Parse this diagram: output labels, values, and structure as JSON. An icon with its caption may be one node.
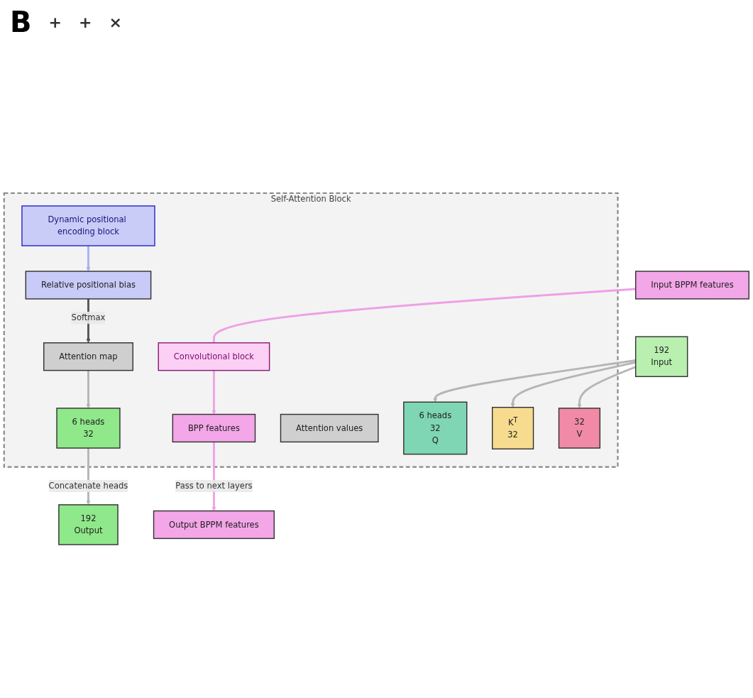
{
  "diagram": {
    "nodes": [
      {
        "text": [
          "192",
          "Input"
        ]
      },
      {
        "text": [
          "Input BPPM features"
        ]
      },
      {
        "text": [
          "Self-Attention Block"
        ]
      },
      {
        "text": [
          "Convolutional block"
        ],
        "in": 2
      },
      {
        "text": [
          "Dynamic positional encoding block"
        ],
        "in": 2
      },
      {
        "text": [
          "6 heads",
          "32",
          "Q"
        ],
        "in": 2
      },
      {
        "text": [
          "K$^{T}$",
          "32"
        ],
        "in": 2
      },
      {
        "text": [
          "Attention values"
        ],
        "in": 2
      },
      {
        "text": [
          "BPP features"
        ],
        "in": 2
      },
      {
        "text": [
          "Relative positional bias"
        ],
        "in": 2
      },
      {
        "text": [
          "Attention map"
        ],
        "in": 2
      },
      {
        "text": [
          "32",
          "V"
        ],
        "in": 2
      },
      {
        "text": [
          "6 heads",
          "32"
        ],
        "in": 2
      },
      {
        "text": [
          "192",
          "Output"
        ]
      },
      {
        "text": [
          "Output BPPM features"
        ]
      }
    ],
    "edges": [
      {
        "from": 0,
        "to": 5,
        "arrow": "to"
      },
      {
        "from": 0,
        "to": 6,
        "arrow": "to"
      },
      {
        "from": 0,
        "to": 11,
        "arrow": "to"
      },
      {
        "from": 1,
        "to": 3,
        "arrow": "none",
        "color": "#eea0e6"
      },
      {
        "from": 3,
        "to": 8,
        "arrow": "to",
        "color": "#eea0e6"
      },
      {
        "from": 4,
        "to": 9,
        "arrow": "to",
        "color": "#aab0f5"
      },
      {
        "from": 9,
        "to": 10,
        "label": "Softmax",
        "arrow": "to",
        "color": "#555555"
      },
      {
        "from": 10,
        "to": 12,
        "arrow": "to"
      },
      {
        "from": 12,
        "to": 13,
        "label": "Concatenate heads",
        "arrow": "to"
      },
      {
        "from": 8,
        "to": 14,
        "label": "Pass to next layers",
        "arrow": "to",
        "color": "#eea0e6"
      }
    ],
    "labels": [
      "B",
      "+",
      "+",
      "×"
    ]
  }
}
